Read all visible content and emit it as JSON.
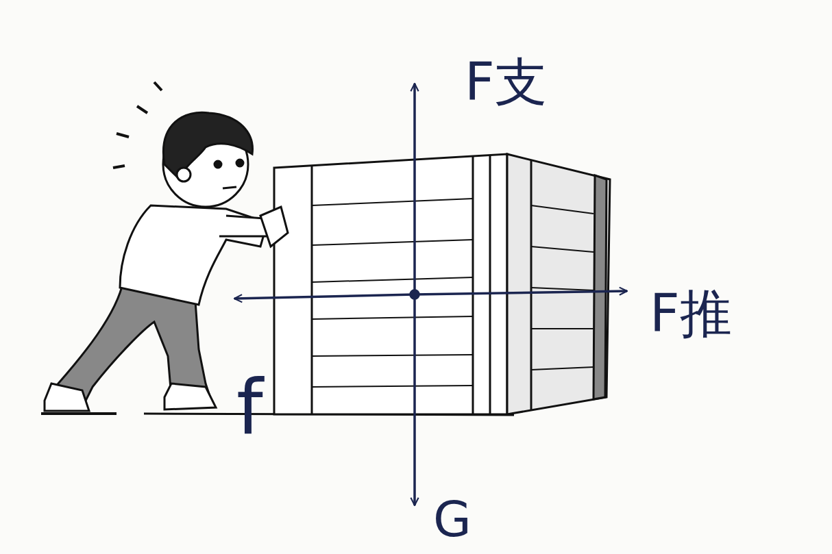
{
  "diagram": {
    "labels": [
      "F支",
      "F推",
      "f",
      "G"
    ]
  }
}
